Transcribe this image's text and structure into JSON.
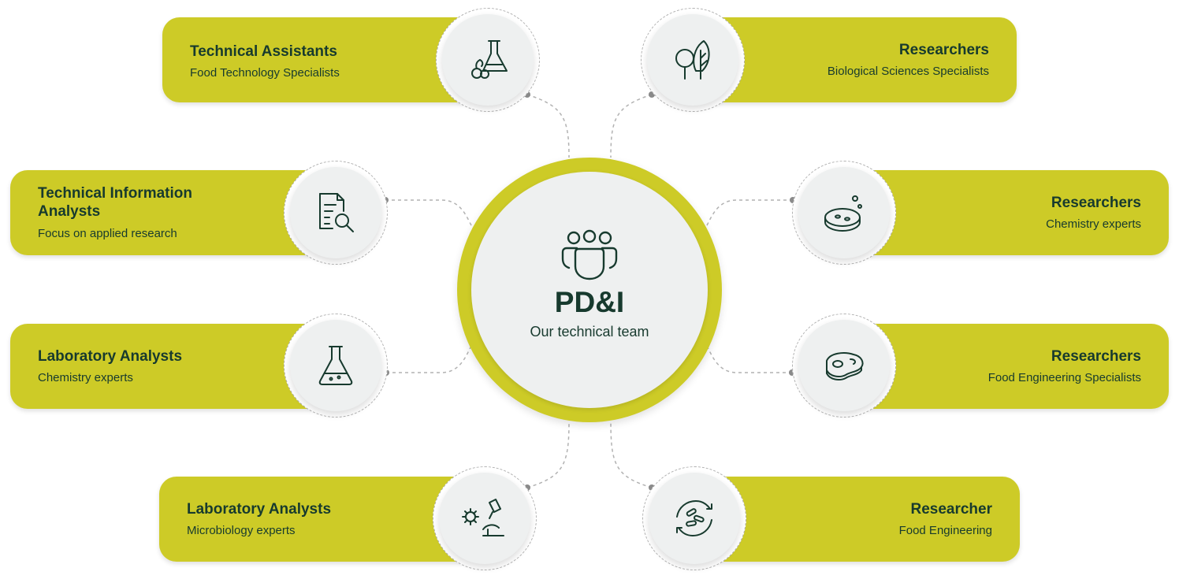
{
  "hub": {
    "title": "PD&I",
    "subtitle": "Our technical team",
    "icon": "team-icon"
  },
  "roles": [
    {
      "title": "Technical Assistants",
      "subtitle": "Food Technology Specialists",
      "icon": "lab-flask-olives-icon"
    },
    {
      "title": "Technical Information Analysts",
      "subtitle": "Focus on applied research",
      "icon": "document-search-icon"
    },
    {
      "title": "Laboratory Analysts",
      "subtitle": "Chemistry experts",
      "icon": "erlenmeyer-flask-icon"
    },
    {
      "title": "Laboratory Analysts",
      "subtitle": "Microbiology experts",
      "icon": "virus-microscope-icon"
    },
    {
      "title": "Researchers",
      "subtitle": "Biological Sciences Specialists",
      "icon": "tree-leaf-icon"
    },
    {
      "title": "Researchers",
      "subtitle": "Chemistry experts",
      "icon": "petri-dish-icon"
    },
    {
      "title": "Researchers",
      "subtitle": "Food Engineering Specialists",
      "icon": "steak-icon"
    },
    {
      "title": "Researcher",
      "subtitle": "Food Engineering",
      "icon": "bacteria-cycle-icon"
    }
  ],
  "colors": {
    "accent": "#cdcb27",
    "ink": "#173a2e",
    "disc": "#eef0f0",
    "connector": "#b2b2b2",
    "dot": "#8a8a8a"
  }
}
